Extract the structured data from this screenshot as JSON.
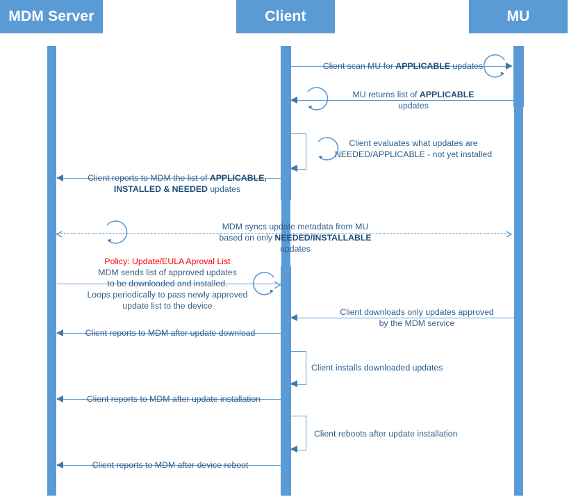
{
  "diagram": {
    "title": "MDM / Client / Microsoft Update sequence diagram",
    "accent_color": "#5b9bd5",
    "text_color": "#2e5f8a",
    "policy_color": "#ff0000",
    "background": "#ffffff"
  },
  "actors": [
    {
      "id": "mdm",
      "label": "MDM Server"
    },
    {
      "id": "client",
      "label": "Client"
    },
    {
      "id": "mu",
      "label": "MU"
    }
  ],
  "messages": [
    {
      "id": "m1",
      "from": "client",
      "to": "mu",
      "direction": "right",
      "style": "solid",
      "loop": true,
      "text_lines": [
        [
          {
            "t": "Client scan MU for ",
            "bold": false
          },
          {
            "t": "APPLICABLE",
            "bold": true
          },
          {
            "t": " updates",
            "bold": false
          }
        ]
      ]
    },
    {
      "id": "m2",
      "from": "mu",
      "to": "client",
      "direction": "left",
      "style": "solid",
      "loop": true,
      "text_lines": [
        [
          {
            "t": "MU returns list of ",
            "bold": false
          },
          {
            "t": "APPLICABLE",
            "bold": true
          }
        ],
        [
          {
            "t": "updates",
            "bold": false
          }
        ]
      ]
    },
    {
      "id": "m3",
      "from": "client",
      "to": "client",
      "direction": "self",
      "style": "solid",
      "loop": true,
      "text_lines": [
        [
          {
            "t": "Client evaluates what updates are",
            "bold": false
          }
        ],
        [
          {
            "t": "NEEDED/APPLICABLE - not yet installed",
            "bold": false
          }
        ]
      ]
    },
    {
      "id": "m4",
      "from": "client",
      "to": "mdm",
      "direction": "left",
      "style": "solid",
      "loop": false,
      "text_lines": [
        [
          {
            "t": "Client reports to MDM the list of ",
            "bold": false
          },
          {
            "t": "APPLICABLE,",
            "bold": true
          }
        ],
        [
          {
            "t": "INSTALLED & NEEDED",
            "bold": true
          },
          {
            "t": " updates",
            "bold": false
          }
        ]
      ]
    },
    {
      "id": "m5",
      "from": "mdm",
      "to": "mu",
      "direction": "both",
      "style": "dashed",
      "loop": true,
      "text_lines": [
        [
          {
            "t": "MDM syncs update metadata from MU",
            "bold": false
          }
        ],
        [
          {
            "t": "based on only ",
            "bold": false
          },
          {
            "t": "NEEDED/INSTALLABLE",
            "bold": true
          },
          {
            "t": " updates",
            "bold": false
          }
        ]
      ]
    },
    {
      "id": "m6",
      "from": "mdm",
      "to": "client",
      "direction": "right",
      "style": "solid",
      "loop": true,
      "policy_line": "Policy: Update/EULA Aproval List",
      "text_lines": [
        [
          {
            "t": "MDM sends list of approved updates",
            "bold": false
          }
        ],
        [
          {
            "t": "to be downloaded and installed.",
            "bold": false
          }
        ],
        [
          {
            "t": "Loops periodically to pass newly approved",
            "bold": false
          }
        ],
        [
          {
            "t": "update list to the device",
            "bold": false
          }
        ]
      ]
    },
    {
      "id": "m7",
      "from": "mu",
      "to": "client",
      "direction": "left",
      "style": "solid",
      "loop": false,
      "text_lines": [
        [
          {
            "t": "Client downloads only updates approved",
            "bold": false
          }
        ],
        [
          {
            "t": "by the MDM service",
            "bold": false
          }
        ]
      ]
    },
    {
      "id": "m8",
      "from": "client",
      "to": "mdm",
      "direction": "left",
      "style": "solid",
      "loop": false,
      "text_lines": [
        [
          {
            "t": "Client reports to MDM after update download",
            "bold": false
          }
        ]
      ]
    },
    {
      "id": "m9",
      "from": "client",
      "to": "client",
      "direction": "self",
      "style": "solid",
      "loop": false,
      "text_lines": [
        [
          {
            "t": "Client installs downloaded updates",
            "bold": false
          }
        ]
      ]
    },
    {
      "id": "m10",
      "from": "client",
      "to": "mdm",
      "direction": "left",
      "style": "solid",
      "loop": false,
      "text_lines": [
        [
          {
            "t": "Client reports to MDM after update installation",
            "bold": false
          }
        ]
      ]
    },
    {
      "id": "m11",
      "from": "client",
      "to": "client",
      "direction": "self",
      "style": "solid",
      "loop": false,
      "text_lines": [
        [
          {
            "t": "Client reboots after update installation",
            "bold": false
          }
        ]
      ]
    },
    {
      "id": "m12",
      "from": "client",
      "to": "mdm",
      "direction": "left",
      "style": "solid",
      "loop": false,
      "text_lines": [
        [
          {
            "t": "Client reports to MDM after device reboot",
            "bold": false
          }
        ]
      ]
    }
  ]
}
